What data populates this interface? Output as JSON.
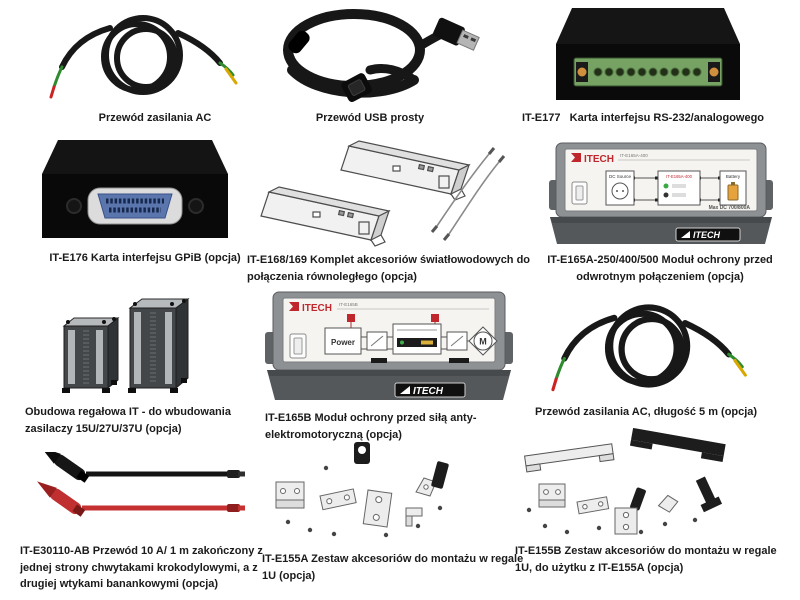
{
  "page": {
    "background": "#ffffff",
    "caption_color": "#1b1b1b"
  },
  "colors": {
    "itech_red": "#c0272d",
    "terminal_green": "#76a263",
    "screw_orange": "#cf8f3c",
    "gpib_blue": "#5a76ad",
    "lead_red": "#c53030",
    "cable_black": "#171717"
  },
  "products": [
    {
      "id": "przewod-zasilania-ac",
      "illustration": "coiled-power-cable",
      "caption": "Przewód zasilania AC"
    },
    {
      "id": "przewod-usb",
      "illustration": "usb-cable",
      "caption": "Przewód USB prosty"
    },
    {
      "id": "it-e177",
      "illustration": "rs232-analog-interface-card",
      "caption": "IT-E177   Karta interfejsu RS-232/analogowego"
    },
    {
      "id": "it-e176",
      "illustration": "gpib-interface-card",
      "caption": "IT-E176 Karta interfejsu GPiB (opcja)"
    },
    {
      "id": "it-e168-169",
      "illustration": "fiber-optic-kit",
      "caption": "IT-E168/169 Komplet akcesoriów światłowodowych do połączenia równoległego (opcja)"
    },
    {
      "id": "it-e165a",
      "illustration": "reverse-connection-protection-module",
      "caption": "IT-E165A-250/400/500 Moduł ochrony przed odwrotnym połączeniem (opcja)"
    },
    {
      "id": "obudowa-regalowa",
      "illustration": "rack-cabinets",
      "caption": "Obudowa regałowa IT - do wbudowania zasilaczy 15U/27U/37U (opcja)"
    },
    {
      "id": "it-e165b",
      "illustration": "anti-emf-protection-module",
      "caption": "IT-E165B Moduł ochrony przed siłą anty-elektromotoryczną (opcja)"
    },
    {
      "id": "przewod-ac-5m",
      "illustration": "coiled-power-cable",
      "caption": "Przewód zasilania AC, długość 5 m (opcja)"
    },
    {
      "id": "it-e30110-ab",
      "illustration": "test-leads",
      "caption": "IT-E30110-AB Przewód 10 A/ 1 m zakończony z jednej strony chwytakami krokodylowymi, a z drugiej wtykami banankowymi (opcja)"
    },
    {
      "id": "it-e155a",
      "illustration": "rack-mount-kit-a",
      "caption": "IT-E155A Zestaw akcesoriów do montażu w regale 1U (opcja)"
    },
    {
      "id": "it-e155b",
      "illustration": "rack-mount-kit-b",
      "caption": "IT-E155B Zestaw akcesoriów do montażu w regale 1U, do użytku z IT-E155A (opcja)"
    }
  ],
  "instrument_a": {
    "logo": "ITECH",
    "model": "IT-E165A-400",
    "dc_source_label": "DC Source",
    "module_label": "IT-E165A-400",
    "battery_label": "Battery",
    "rating": "Max DC 700/800A",
    "badge": "ITECH"
  },
  "instrument_b": {
    "logo": "ITECH",
    "model": "IT-E165B",
    "power_label": "Power",
    "motor_label": "M",
    "badge": "ITECH"
  }
}
